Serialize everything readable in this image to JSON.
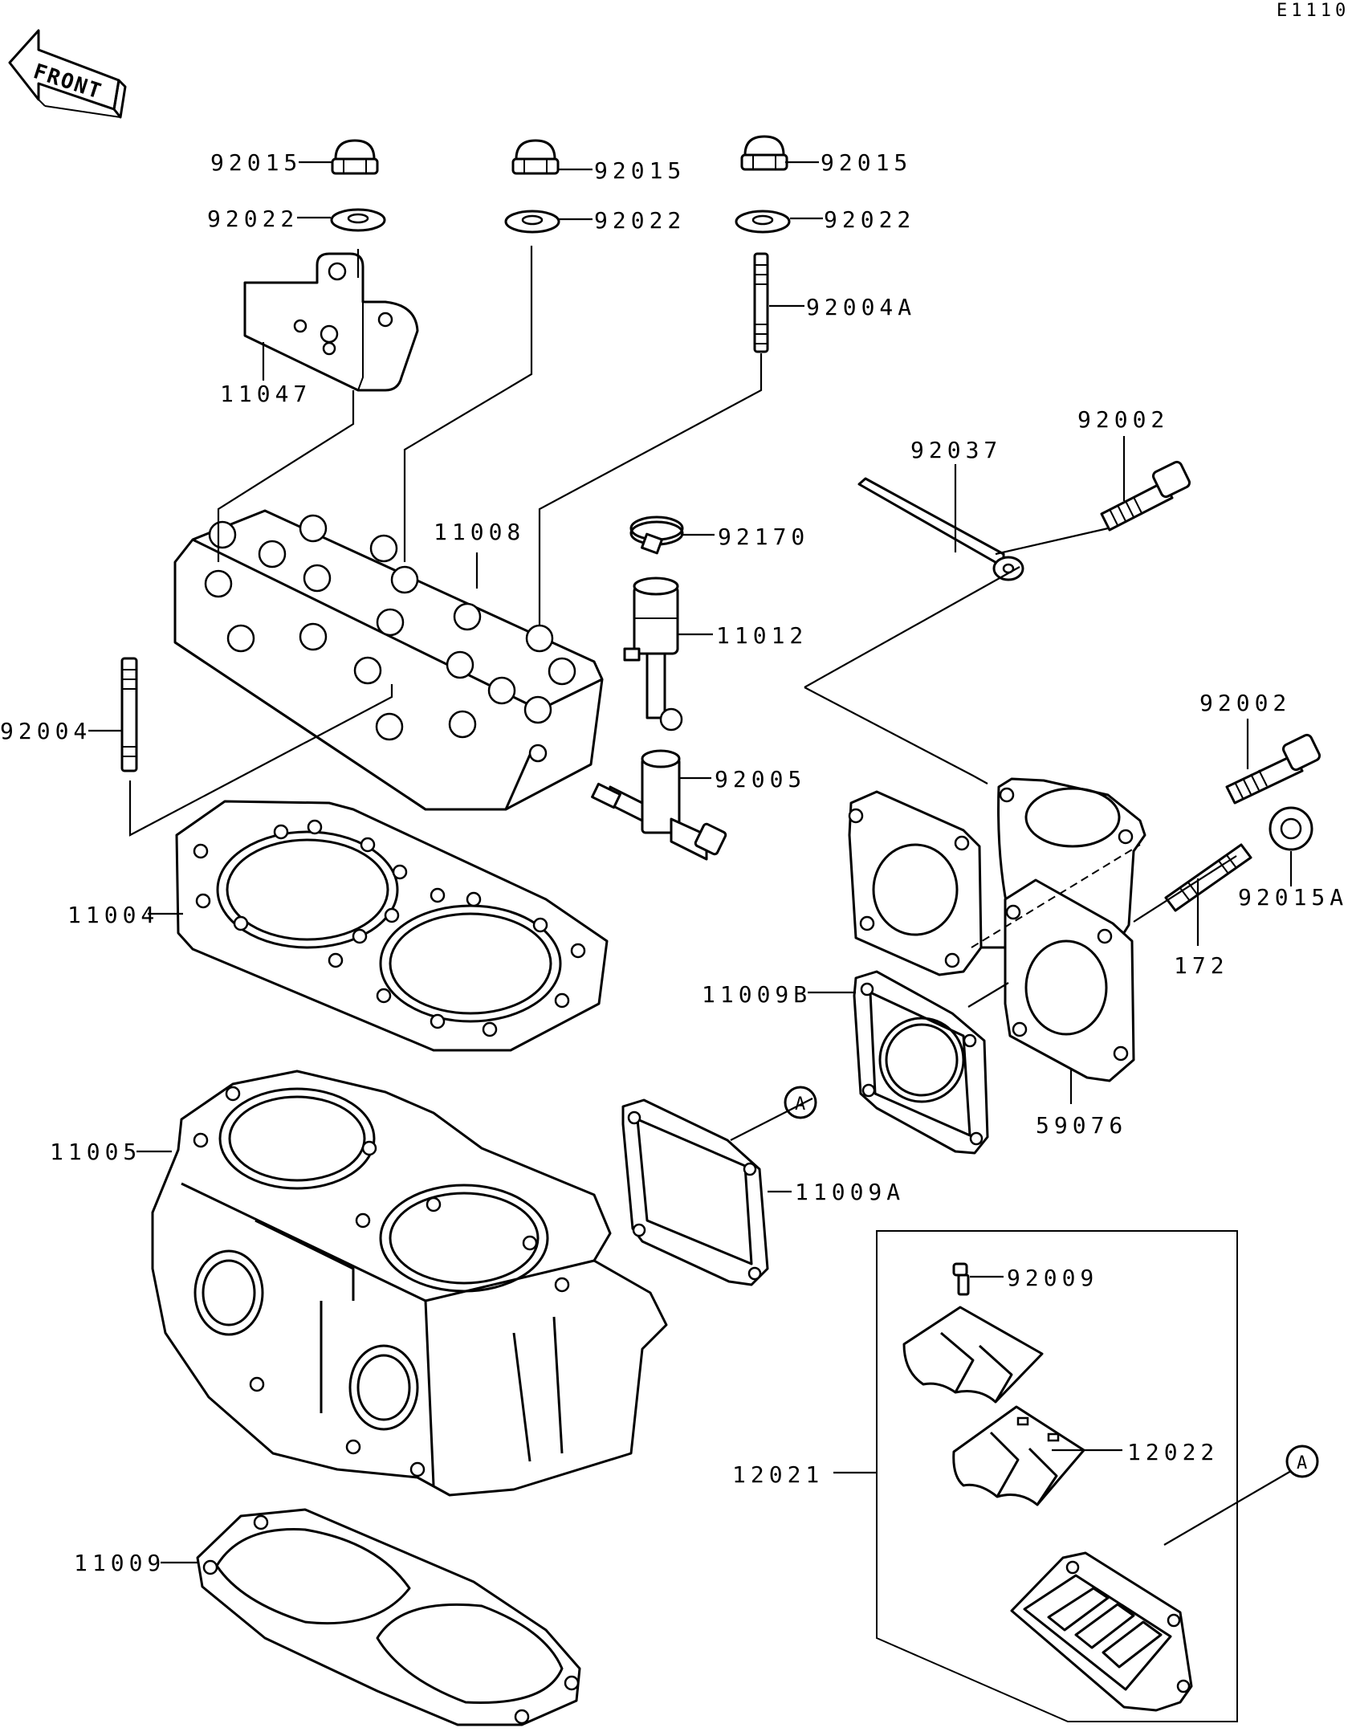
{
  "diagram_code": "E1110",
  "front_arrow_label": "FRONT",
  "labels": {
    "nut_left": "92015",
    "nut_middle": "92015",
    "nut_right": "92015",
    "washer_left": "92022",
    "washer_middle": "92022",
    "washer_right": "92022",
    "stud_top": "92004A",
    "bracket": "11047",
    "cylinder_head": "11008",
    "clamp": "92170",
    "hose_fitting": "11012",
    "stud_left": "92004",
    "tee_fitting": "92005",
    "head_gasket": "11004",
    "cylinder": "11005",
    "base_gasket": "11009",
    "strap": "92037",
    "bolt_top": "92002",
    "bolt_mid": "92002",
    "nut_manifold": "92015A",
    "stud_manifold": "172",
    "manifold_gasket_b": "11009B",
    "intake_manifold": "59076",
    "manifold_gasket_a": "11009A",
    "reed_screw": "92009",
    "reed_stopper": "12022",
    "reed_valve_assy": "12021",
    "ref_a_left": "A",
    "ref_a_right": "A"
  }
}
